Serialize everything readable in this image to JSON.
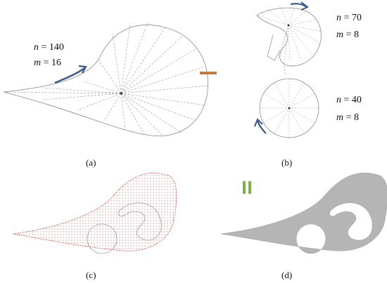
{
  "panels": {
    "a": {
      "label": "(a)",
      "n_var": "n",
      "n_val": "140",
      "m_var": "m",
      "m_val": "16"
    },
    "b_top": {
      "n_var": "n",
      "n_val": "70",
      "m_var": "m",
      "m_val": "8"
    },
    "b_bottom": {
      "n_var": "n",
      "n_val": "40",
      "m_var": "m",
      "m_val": "8"
    },
    "b": {
      "label": "(b)"
    },
    "c": {
      "label": "(c)"
    },
    "d": {
      "label": "(d)"
    }
  },
  "colors": {
    "arrow": "#35598a",
    "minus": "#c47a3c",
    "equals": "#7ab342",
    "outline": "#8a8a8a",
    "dots": "#d98b8b",
    "fill": "#b5b5b5"
  }
}
